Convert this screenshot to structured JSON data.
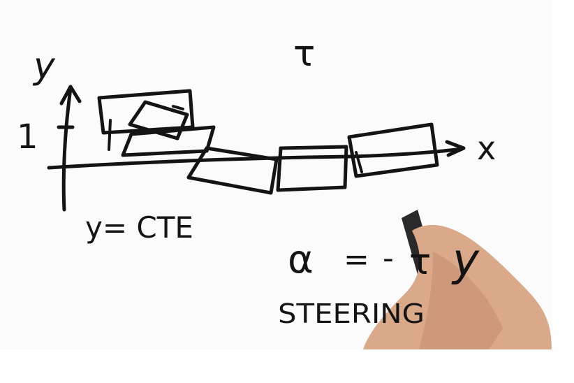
{
  "whiteboard": {
    "label_y_axis": "y",
    "label_x_axis": "x",
    "label_tick_one": "1",
    "label_tau_top": "τ",
    "label_y_equals_cte": "y= CTE",
    "formula": {
      "alpha": "α",
      "equals": "=",
      "minus": "-",
      "tau": "τ",
      "y": "y"
    },
    "label_steering": "STEERING",
    "colors": {
      "background": "#fbfbfb",
      "ink": "#141414",
      "skin": "#d9a98a",
      "pen": "#2a2a2a"
    },
    "icons": [
      "hand-image",
      "marker-pen"
    ]
  }
}
